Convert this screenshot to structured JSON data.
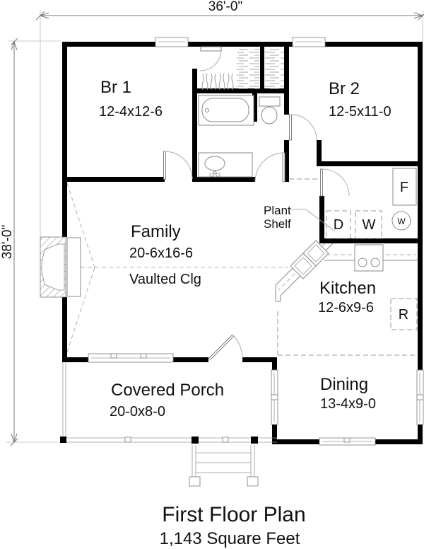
{
  "dimensions": {
    "overall_width": "36'-0\"",
    "overall_depth": "38'-0\""
  },
  "rooms": {
    "br1": {
      "name": "Br 1",
      "size": "12-4x12-6"
    },
    "br2": {
      "name": "Br 2",
      "size": "12-5x11-0"
    },
    "family": {
      "name": "Family",
      "size": "20-6x16-6",
      "ceiling": "Vaulted Clg"
    },
    "kitchen": {
      "name": "Kitchen",
      "size": "12-6x9-6"
    },
    "dining": {
      "name": "Dining",
      "size": "13-4x9-0"
    },
    "porch": {
      "name": "Covered Porch",
      "size": "20-0x8-0"
    }
  },
  "annotations": {
    "plant_shelf_line1": "Plant",
    "plant_shelf_line2": "Shelf"
  },
  "appliances": {
    "freezer": "F",
    "dryer": "D",
    "washer": "W",
    "water_heater": "W",
    "refrigerator": "R"
  },
  "footer": {
    "title": "First Floor Plan",
    "subtitle": "1,143 Square Feet"
  },
  "colors": {
    "walls": "#000000",
    "fixtures": "#8a8a8a",
    "background": "#ffffff"
  }
}
